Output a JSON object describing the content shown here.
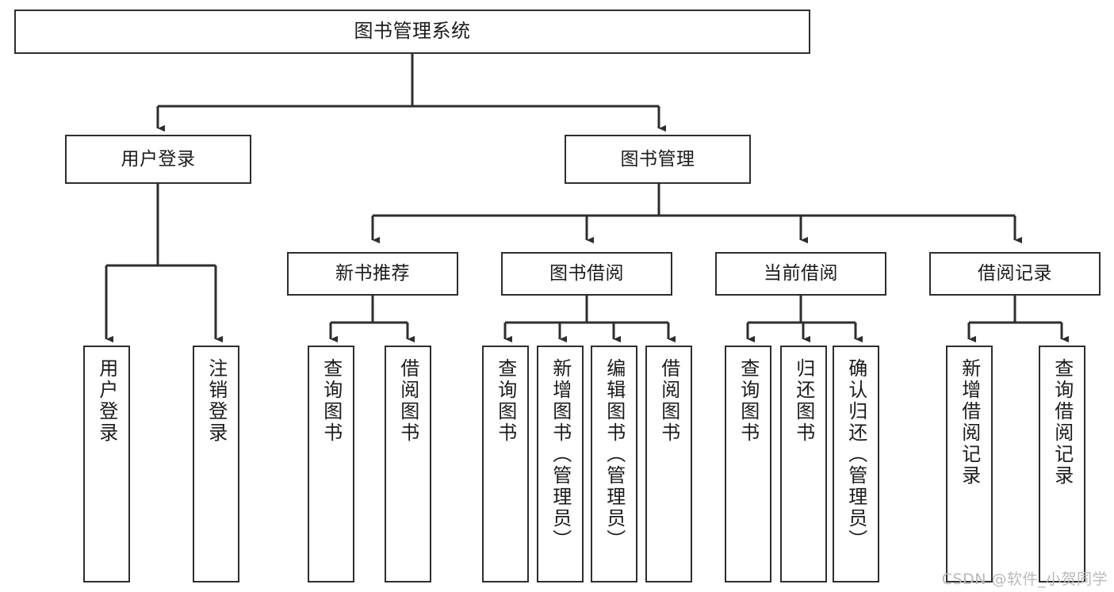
{
  "diagram": {
    "title": "图书管理系统",
    "type": "tree-hierarchy",
    "watermark": "CSDN @软件_小贺同学",
    "colors": {
      "box_border": "#2e2e2e",
      "box_fill": "#ffffff",
      "edge": "#2e2e2e",
      "text": "#1b1b1b",
      "watermark": "#b9b9b9",
      "background": "#ffffff"
    },
    "nodes": {
      "root": {
        "label": "图书管理系统"
      },
      "level1": [
        {
          "id": "user-login",
          "label": "用户登录"
        },
        {
          "id": "book-manage",
          "label": "图书管理"
        }
      ],
      "level2": [
        {
          "id": "new-book-recommend",
          "label": "新书推荐"
        },
        {
          "id": "book-borrow",
          "label": "图书借阅"
        },
        {
          "id": "current-borrow",
          "label": "当前借阅"
        },
        {
          "id": "borrow-record",
          "label": "借阅记录"
        }
      ],
      "leaves": {
        "user-login": [
          {
            "id": "leaf-user-login",
            "label": "用户登录"
          },
          {
            "id": "leaf-user-logout",
            "label": "注销登录"
          }
        ],
        "new-book-recommend": [
          {
            "id": "leaf-query-book-1",
            "label": "查询图书"
          },
          {
            "id": "leaf-borrow-book-1",
            "label": "借阅图书"
          }
        ],
        "book-borrow": [
          {
            "id": "leaf-query-book-2",
            "label": "查询图书"
          },
          {
            "id": "leaf-add-book-admin",
            "label": "新增图书（管理员）"
          },
          {
            "id": "leaf-edit-book-admin",
            "label": "编辑图书（管理员）"
          },
          {
            "id": "leaf-borrow-book-2",
            "label": "借阅图书"
          }
        ],
        "current-borrow": [
          {
            "id": "leaf-query-book-3",
            "label": "查询图书"
          },
          {
            "id": "leaf-return-book",
            "label": "归还图书"
          },
          {
            "id": "leaf-confirm-return-admin",
            "label": "确认归还（管理员）"
          }
        ],
        "borrow-record": [
          {
            "id": "leaf-add-borrow-record",
            "label": "新增借阅记录"
          },
          {
            "id": "leaf-query-borrow-record",
            "label": "查询借阅记录"
          }
        ]
      }
    }
  }
}
